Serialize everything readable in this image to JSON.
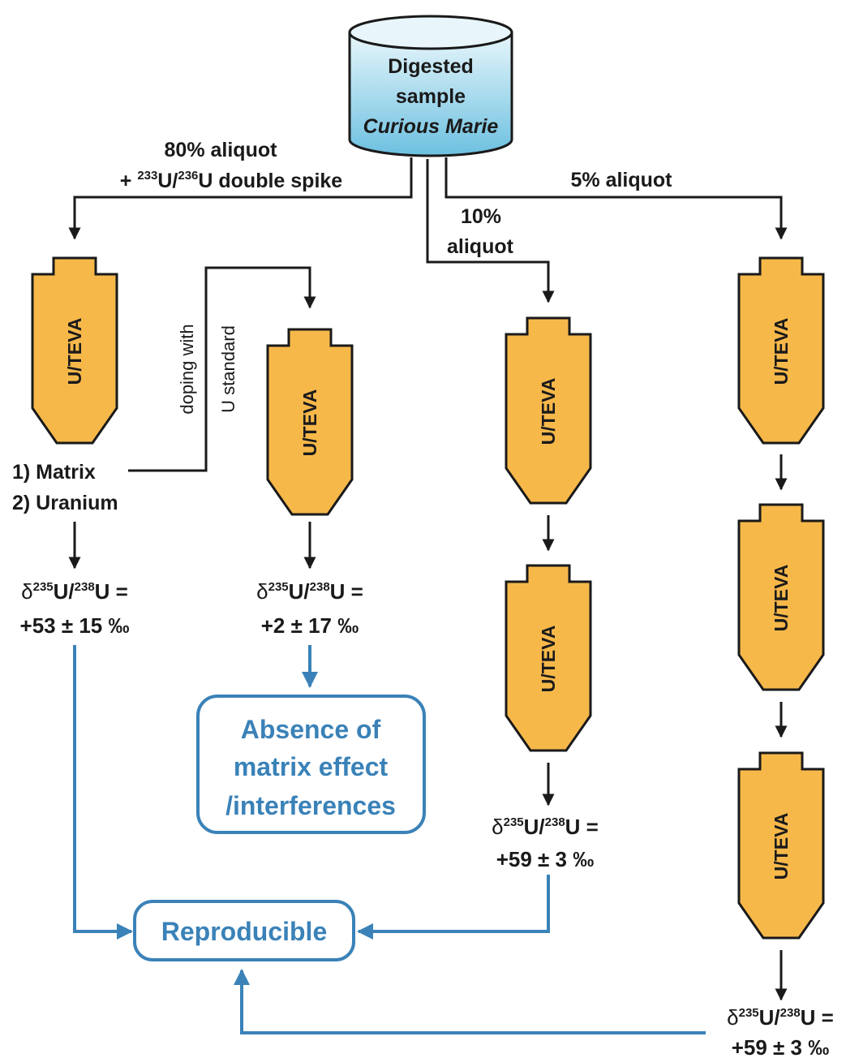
{
  "colors": {
    "column_fill": "#f7b84a",
    "column_stroke": "#1a1a1a",
    "arrow_black": "#1a1a1a",
    "arrow_blue": "#3a82b8",
    "box_blue": "#3a82b8",
    "cylinder_top": "#e8f6fb",
    "cylinder_bottom": "#6cc0e0"
  },
  "sample": {
    "line1": "Digested",
    "line2": "sample",
    "line3": "Curious Marie"
  },
  "aliquots": {
    "a80_line1": "80% aliquot",
    "a80_line2_prefix": "+ ",
    "a80_iso1_mass": "233",
    "a80_iso1_el": "U/",
    "a80_iso2_mass": "236",
    "a80_iso2_el": "U double spike",
    "a10_line1": "10%",
    "a10_line2": "aliquot",
    "a5": "5% aliquot"
  },
  "column_label": "U/TEVA",
  "doping": {
    "line1": "doping with",
    "line2": "U standard"
  },
  "fractions": {
    "f1": "1) Matrix",
    "f2": "2) Uranium"
  },
  "results": {
    "delta": "δ",
    "mass1": "235",
    "el1": "U/",
    "mass2": "238",
    "el2": "U =",
    "r1_value": "+53 ± 15 ‰",
    "r2_value": "+2 ± 17 ‰",
    "r3_value": "+59 ± 3 ‰",
    "r4_value": "+59 ± 3 ‰"
  },
  "conclusions": {
    "absence_line1": "Absence of",
    "absence_line2": "matrix effect",
    "absence_line3": "/interferences",
    "reproducible": "Reproducible"
  }
}
